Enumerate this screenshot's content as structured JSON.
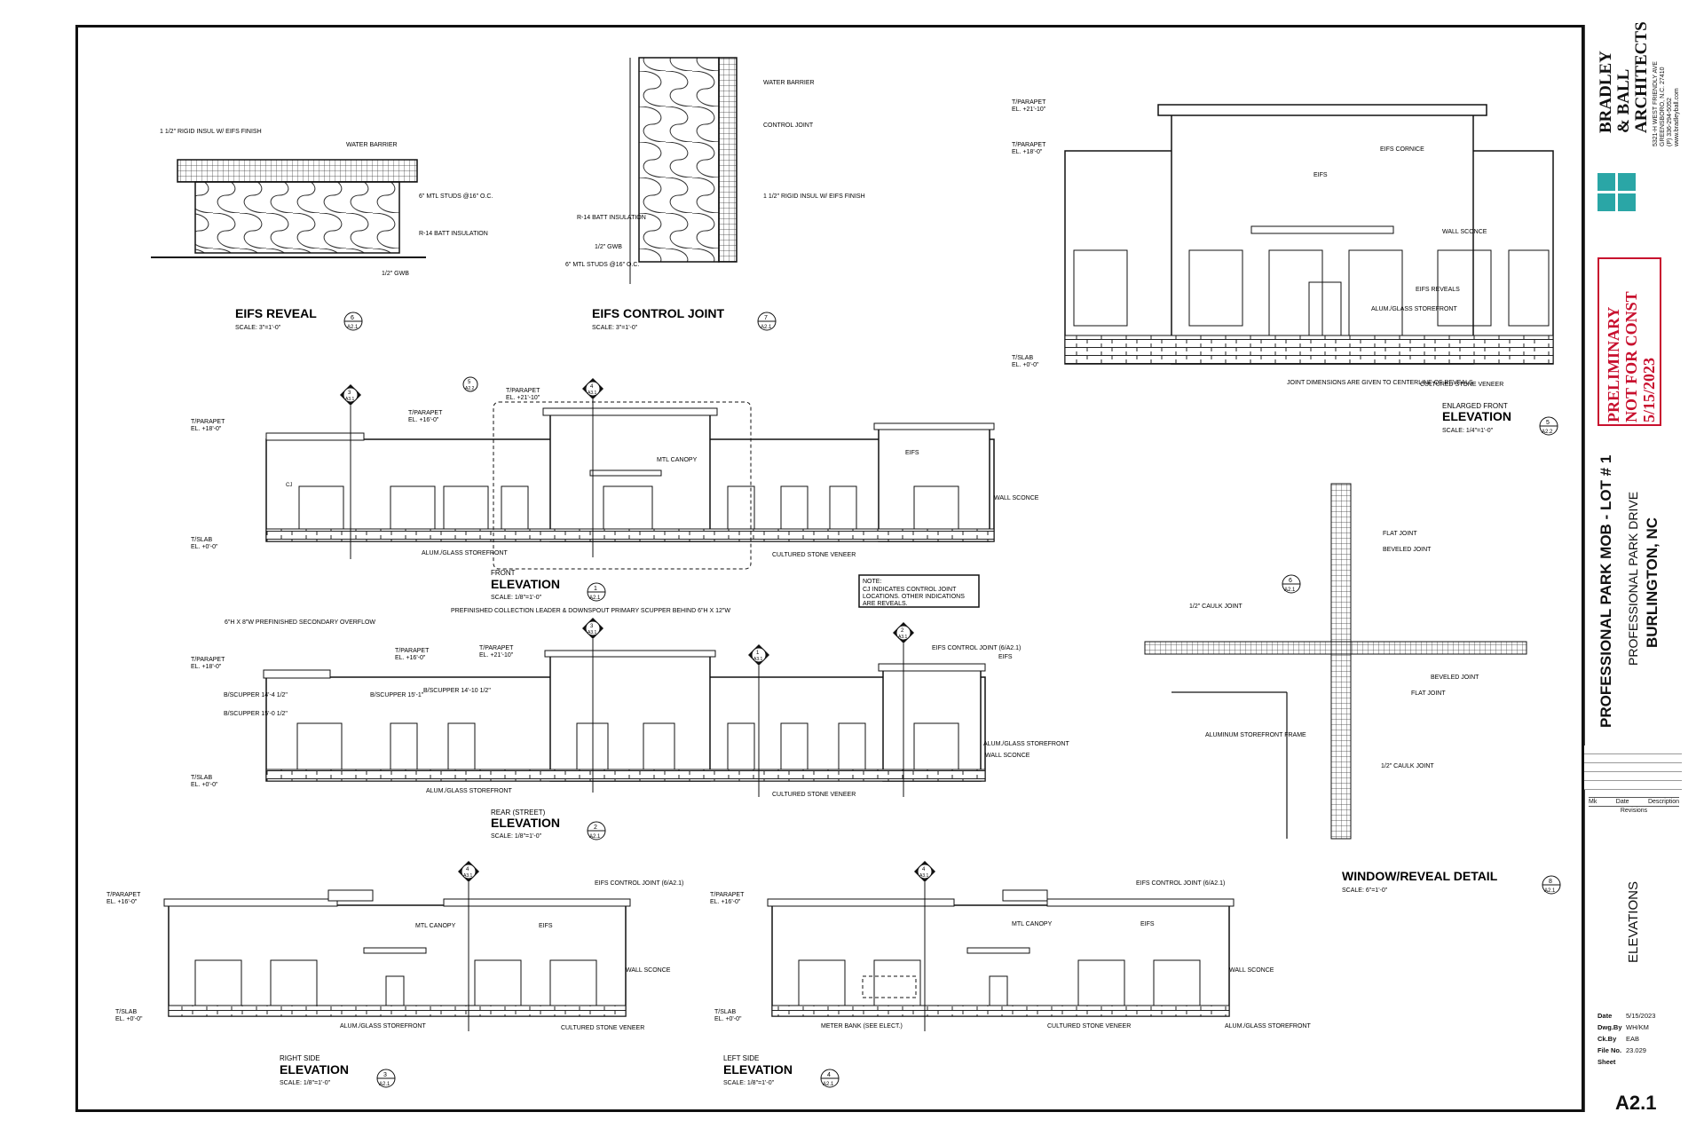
{
  "firm": {
    "name_line1": "BRADLEY",
    "name_line2": "& BALL",
    "name_line3": "ARCHITECTS",
    "address_line1": "5321-H WEST FRIENDLY AVE",
    "address_line2": "GREENSBORO, N.C. 27410",
    "address_line3": "(P) 336-294-5052",
    "address_line4": "www.bradleyball.com",
    "logo_color": "#2aa6a6"
  },
  "stamp": {
    "line1": "PRELIMINARY",
    "line2": "NOT FOR CONST",
    "line3": "5/15/2023",
    "color": "#c8102e"
  },
  "project": {
    "title": "PROFESSIONAL PARK MOB - LOT # 1",
    "street": "PROFESSIONAL PARK DRIVE",
    "city": "BURLINGTON, NC",
    "sheet_title": "ELEVATIONS"
  },
  "revisions": {
    "col_mk": "Mk",
    "col_date": "Date",
    "col_desc": "Description",
    "title": "Revisions"
  },
  "sheet_info": {
    "date_label": "Date",
    "date_value": "5/15/2023",
    "drawn_label": "Dwg.By",
    "drawn_value": "WH/KM",
    "checked_label": "Ck.By",
    "checked_value": "EAB",
    "file_label": "File No.",
    "file_value": "23.029",
    "sheet_label": "Sheet",
    "sheet_number": "A2.1"
  },
  "details": {
    "eifs_reveal": {
      "title": "EIFS REVEAL",
      "scale": "SCALE: 3\"=1'-0\"",
      "num": "6",
      "sheet": "A2.1",
      "n1": "1 1/2\" RIGID INSUL W/ EIFS FINISH",
      "n2": "WATER BARRIER",
      "n3": "6\" MTL STUDS @16\" O.C.",
      "n4": "R-14 BATT INSULATION",
      "n5": "1/2\" GWB"
    },
    "eifs_control_joint": {
      "title": "EIFS CONTROL JOINT",
      "scale": "SCALE: 3\"=1'-0\"",
      "num": "7",
      "sheet": "A2.1",
      "n1": "WATER BARRIER",
      "n2": "CONTROL JOINT",
      "n3": "1 1/2\" RIGID INSUL W/ EIFS FINISH",
      "n4": "R-14 BATT INSULATION",
      "n5": "1/2\" GWB",
      "n6": "6\" MTL STUDS @16\" O.C."
    },
    "enlarged_front": {
      "title_small": "ENLARGED FRONT",
      "title": "ELEVATION",
      "scale": "SCALE: 1/4\"=1'-0\"",
      "num": "5",
      "sheet": "A2.2",
      "parapet1": "T/PARAPET",
      "parapet1_el": "EL. +21'-10\"",
      "parapet2": "T/PARAPET",
      "parapet2_el": "EL. +18'-0\"",
      "slab": "T/SLAB",
      "slab_el": "EL. +0'-0\"",
      "n1": "EIFS CORNICE",
      "n2": "EIFS",
      "n3": "WALL SCONCE",
      "n4": "EIFS REVEALS",
      "n5": "ALUM./GLASS STOREFRONT",
      "n6": "JOINT DIMENSIONS ARE GIVEN TO CENTERLINE OF REVEALS",
      "n7": "CULTURED STONE VENEER"
    },
    "front": {
      "title_small": "FRONT",
      "title": "ELEVATION",
      "scale": "SCALE: 1/8\"=1'-0\"",
      "num": "1",
      "sheet": "A2.1",
      "parapet1": "T/PARAPET",
      "parapet1_el": "EL. +18'-0\"",
      "parapet2": "T/PARAPET",
      "parapet2_el": "EL. +16'-0\"",
      "parapet3": "T/PARAPET",
      "parapet3_el": "EL. +21'-10\"",
      "slab": "T/SLAB",
      "slab_el": "EL. +0'-0\"",
      "n1": "MTL CANOPY",
      "n2": "EIFS",
      "n3": "WALL SCONCE",
      "n4": "ALUM./GLASS STOREFRONT",
      "n5": "CULTURED STONE VENEER",
      "cj": "CJ"
    },
    "note": {
      "title": "NOTE:",
      "text1": "CJ INDICATES CONTROL JOINT",
      "text2": "LOCATIONS. OTHER INDICATIONS",
      "text3": "ARE REVEALS."
    },
    "rear": {
      "title_small": "REAR (STREET)",
      "title": "ELEVATION",
      "scale": "SCALE: 1/8\"=1'-0\"",
      "num": "2",
      "sheet": "A2.1",
      "parapet1": "T/PARAPET",
      "parapet1_el": "EL. +18'-0\"",
      "parapet2": "T/PARAPET",
      "parapet2_el": "EL. +16'-0\"",
      "parapet3": "T/PARAPET",
      "parapet3_el": "EL. +21'-10\"",
      "slab": "T/SLAB",
      "slab_el": "EL. +0'-0\"",
      "n1": "6\"H X 8\"W PREFINISHED SECONDARY OVERFLOW",
      "n2": "PREFINISHED COLLECTION LEADER & DOWNSPOUT PRIMARY SCUPPER BEHIND 6\"H X 12\"W",
      "n3": "EIFS CONTROL JOINT (6/A2.1)",
      "n4": "EIFS",
      "s1": "B/SCUPPER 14'-4 1/2\"",
      "s2": "B/SCUPPER 15'-0 1/2\"",
      "s3": "B/SCUPPER 15'-1\"",
      "s4": "B/SCUPPER 14'-10 1/2\"",
      "n5": "ALUM./GLASS STOREFRONT",
      "n6": "WALL SCONCE",
      "n7": "CULTURED STONE VENEER"
    },
    "window_reveal": {
      "title": "WINDOW/REVEAL DETAIL",
      "scale": "SCALE: 6\"=1'-0\"",
      "num": "8",
      "sheet": "A2.1",
      "n1": "FLAT JOINT",
      "n2": "BEVELED JOINT",
      "n3": "1/2\" CAULK JOINT",
      "n4": "BEVELED JOINT",
      "n5": "FLAT JOINT",
      "n6": "ALUMINUM STOREFRONT FRAME",
      "n7": "1/2\" CAULK JOINT",
      "callout": "6",
      "callout_sheet": "A2.1"
    },
    "right_side": {
      "title_small": "RIGHT SIDE",
      "title": "ELEVATION",
      "scale": "SCALE: 1/8\"=1'-0\"",
      "num": "3",
      "sheet": "A2.1",
      "parapet": "T/PARAPET",
      "parapet_el": "EL. +16'-0\"",
      "slab": "T/SLAB",
      "slab_el": "EL. +0'-0\"",
      "n1": "EIFS CONTROL JOINT (6/A2.1)",
      "n2": "MTL CANOPY",
      "n3": "EIFS",
      "n4": "WALL SCONCE",
      "n5": "ALUM./GLASS STOREFRONT",
      "n6": "CULTURED STONE VENEER"
    },
    "left_side": {
      "title_small": "LEFT SIDE",
      "title": "ELEVATION",
      "scale": "SCALE: 1/8\"=1'-0\"",
      "num": "4",
      "sheet": "A2.1",
      "parapet": "T/PARAPET",
      "parapet_el": "EL. +16'-0\"",
      "slab": "T/SLAB",
      "slab_el": "EL. +0'-0\"",
      "n1": "EIFS CONTROL JOINT (6/A2.1)",
      "n2": "MTL CANOPY",
      "n3": "EIFS",
      "n4": "WALL SCONCE",
      "n5": "METER BANK (SEE ELECT.)",
      "n6": "CULTURED STONE VENEER",
      "n7": "ALUM./GLASS STOREFRONT"
    },
    "marks": {
      "m3": "3",
      "m4": "4",
      "m5": "5",
      "m2": "2",
      "m1": "1",
      "s31": "A3.1",
      "s22": "A2.2"
    }
  }
}
